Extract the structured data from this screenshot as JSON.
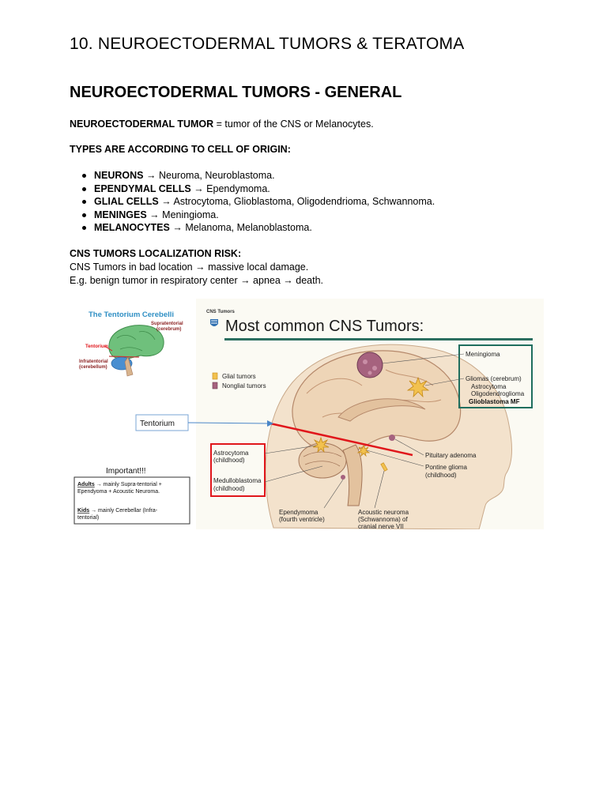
{
  "page": {
    "title": "10. NEUROECTODERMAL TUMORS & TERATOMA",
    "section_heading": "NEUROECTODERMAL TUMORS - GENERAL"
  },
  "definition": {
    "term": "NEUROECTODERMAL TUMOR",
    "text": " = tumor of the CNS or Melanocytes."
  },
  "types": {
    "heading": "TYPES ARE ACCORDING TO CELL OF ORIGIN:",
    "arrow": "→",
    "items": [
      {
        "label": "NEURONS",
        "examples": "Neuroma, Neuroblastoma."
      },
      {
        "label": "EPENDYMAL CELLS",
        "examples": "Ependymoma."
      },
      {
        "label": "GLIAL CELLS",
        "examples": "Astrocytoma, Glioblastoma, Oligodendrioma, Schwannoma."
      },
      {
        "label": "MENINGES",
        "examples": "Meningioma."
      },
      {
        "label": "MELANOCYTES",
        "examples": "Melanoma, Melanoblastoma."
      }
    ]
  },
  "localization": {
    "heading": "CNS TUMORS LOCALIZATION RISK:",
    "line1": "CNS Tumors in bad location → massive local damage.",
    "line2": "E.g. benign tumor in respiratory center → apnea → death."
  },
  "figure": {
    "inset_title": "The Tentorium Cerebelli",
    "supratentorial": "Supratentorial",
    "supratentorial_sub": "(cerebrum)",
    "tentorium_label": "Tentorium",
    "infratentorial": "Infratentorial",
    "infratentorial_sub": "(cerebellum)",
    "callout_tentorium": "Tentorium",
    "source": "CNS Tumors",
    "main_title": "Most common CNS Tumors:",
    "legend_glial": "Glial tumors",
    "legend_nonglial": "Nonglial tumors",
    "meningioma": "Meningioma",
    "gliomas": "Gliomas (cerebrum)",
    "astrocytoma": "Astrocytoma",
    "oligodendroglioma": "Oligodendroglioma",
    "glioblastoma": "Glioblastoma MF",
    "child_astro1": "Astrocytoma",
    "child_astro2": "(childhood)",
    "child_medullo1": "Medulloblastoma",
    "child_medullo2": "(childhood)",
    "pituitary": "Pituitary adenoma",
    "pontine1": "Pontine glioma",
    "pontine2": "(childhood)",
    "ependymoma1": "Ependymoma",
    "ependymoma2": "(fourth ventricle)",
    "acoustic1": "Acoustic neuroma",
    "acoustic2": "(Schwannoma) of",
    "acoustic3": "cranial nerve VII",
    "important": "Important!!!",
    "note_adults_label": "Adults",
    "note_adults_text1": " → mainly Supra-tentorial +",
    "note_adults_text2": "Ependyoma + Acoustic Neuroma.",
    "note_kids_label": "Kids",
    "note_kids_text1": " → mainly Cerebellar  (Infra-",
    "note_kids_text2": "tentorial)"
  },
  "colors": {
    "inset_title": "#2f8fc4",
    "red_marker": "#e0161b",
    "callout_border": "#7aa6d6",
    "teal_box": "#1f6e5e",
    "meningioma_fill": "#a6627e",
    "glial_fill": "#f2c14e"
  }
}
